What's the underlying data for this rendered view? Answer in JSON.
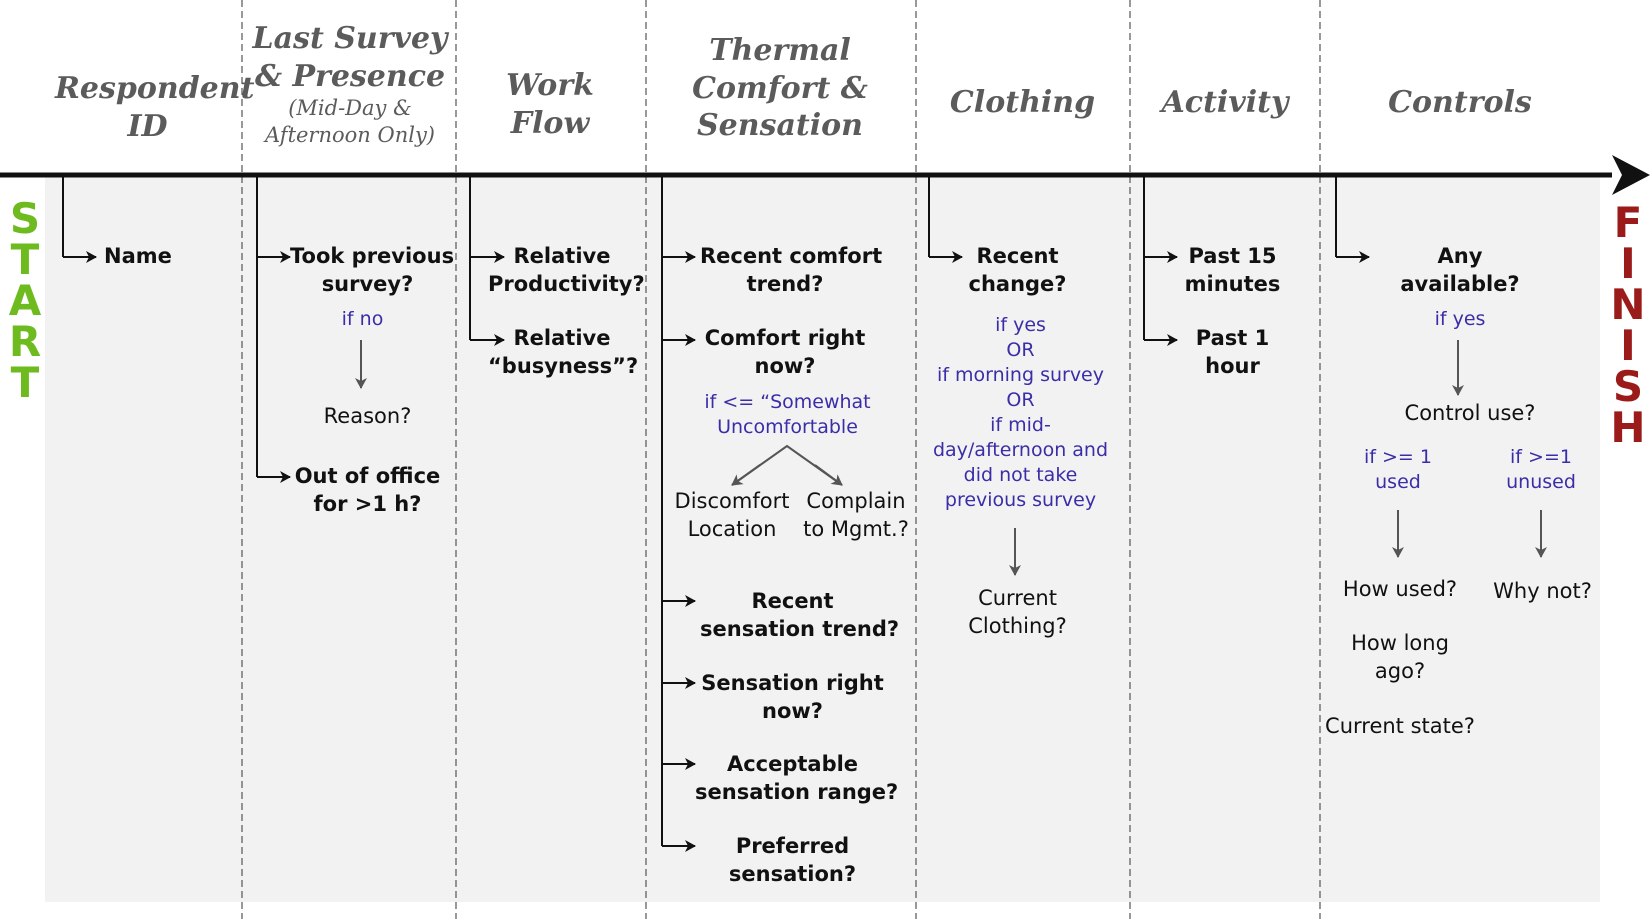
{
  "side_labels": {
    "start": [
      "S",
      "T",
      "A",
      "R",
      "T"
    ],
    "finish": [
      "F",
      "I",
      "N",
      "I",
      "S",
      "H"
    ],
    "start_color": "#6dbb1f",
    "finish_color": "#9b1b1b"
  },
  "colors": {
    "panel": "#f2f2f2",
    "header_text": "#5b5b5b",
    "condition_text": "#3a2ea8",
    "timeline": "#111111",
    "flow_arrow": "#555555"
  },
  "columns": [
    {
      "key": "respondent",
      "title": [
        "Respondent",
        "ID"
      ]
    },
    {
      "key": "last_survey",
      "title": [
        "Last Survey",
        "& Presence"
      ],
      "subtitle": [
        "(Mid-Day &",
        "Afternoon Only)"
      ]
    },
    {
      "key": "work_flow",
      "title": [
        "Work",
        "Flow"
      ]
    },
    {
      "key": "thermal",
      "title": [
        "Thermal",
        "Comfort &",
        "Sensation"
      ]
    },
    {
      "key": "clothing",
      "title": [
        "Clothing"
      ]
    },
    {
      "key": "activity",
      "title": [
        "Activity"
      ]
    },
    {
      "key": "controls",
      "title": [
        "Controls"
      ]
    }
  ],
  "questions": {
    "respondent": [
      "Name"
    ],
    "last_survey": {
      "took_previous": [
        "Took previous",
        "survey?"
      ],
      "if_no": "if no",
      "reason": "Reason?",
      "out_of_office": [
        "Out of office",
        "for >1 h?"
      ]
    },
    "work_flow": {
      "productivity": [
        "Relative",
        "Productivity?"
      ],
      "busyness": [
        "Relative",
        "“busyness”?"
      ]
    },
    "thermal": {
      "comfort_trend": [
        "Recent comfort",
        "trend?"
      ],
      "comfort_now": [
        "Comfort right",
        "now?"
      ],
      "if_uncomfortable": [
        "if <= “Somewhat",
        "Uncomfortable"
      ],
      "discomfort_location": [
        "Discomfort",
        "Location"
      ],
      "complain": [
        "Complain",
        "to Mgmt.?"
      ],
      "sensation_trend": [
        "Recent",
        "sensation trend?"
      ],
      "sensation_now": [
        "Sensation right",
        "now?"
      ],
      "acceptable_range": [
        "Acceptable",
        "sensation range?"
      ],
      "preferred": [
        "Preferred",
        "sensation?"
      ]
    },
    "clothing": {
      "recent_change": [
        "Recent",
        "change?"
      ],
      "conditions": [
        "if yes",
        "OR",
        "if morning survey",
        "OR",
        "if mid-",
        "day/afternoon and",
        "did not take",
        "previous survey"
      ],
      "current_clothing": [
        "Current",
        "Clothing?"
      ]
    },
    "activity": {
      "past_15": [
        "Past 15",
        "minutes"
      ],
      "past_hour": [
        "Past 1",
        "hour"
      ]
    },
    "controls": {
      "any_available": [
        "Any",
        "available?"
      ],
      "if_yes": "if yes",
      "control_use": "Control use?",
      "if_used": [
        "if >= 1",
        "used"
      ],
      "if_unused": [
        "if >=1",
        "unused"
      ],
      "how_used": "How used?",
      "how_long": [
        "How long",
        "ago?"
      ],
      "current_state": "Current state?",
      "why_not": "Why not?"
    }
  }
}
